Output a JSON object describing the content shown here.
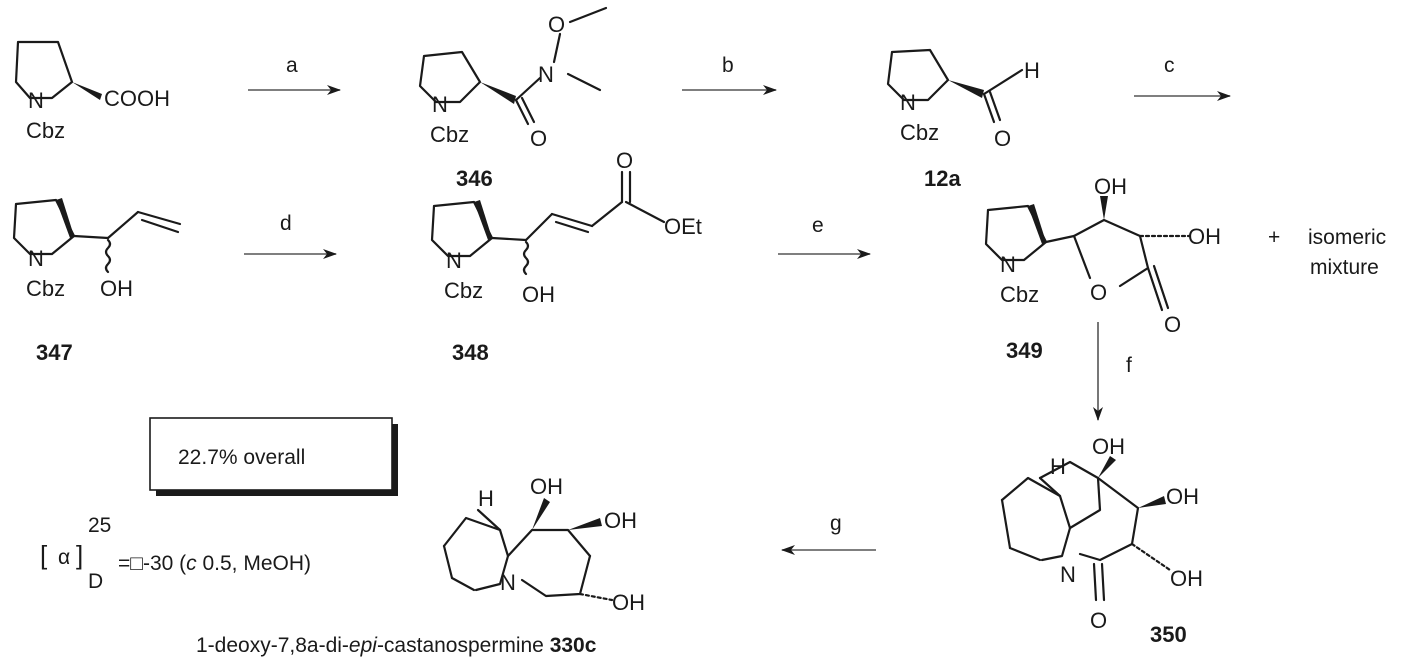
{
  "compounds": {
    "c346": "346",
    "c12a": "12a",
    "c347": "347",
    "c348": "348",
    "c349": "349",
    "c350": "350",
    "c330c": "330c"
  },
  "reagents": {
    "a": "a",
    "b": "b",
    "c": "c",
    "d": "d",
    "e": "e",
    "f": "f",
    "g": "g"
  },
  "atoms": {
    "cooh": "COOH",
    "n": "N",
    "cbz": "Cbz",
    "o": "O",
    "h": "H",
    "oh": "OH",
    "oet": "OEt"
  },
  "side_product": {
    "plus": "+",
    "line1": "isomeric",
    "line2": "mixture"
  },
  "yield_box": "22.7% overall",
  "rotation": {
    "alpha": "α",
    "sup": "25",
    "sub": "D",
    "value": "=□-30 (",
    "c_italic": "c",
    "rest": " 0.5, MeOH)"
  },
  "product_name": {
    "part1": "1-deoxy-7,8a-di-",
    "epi": "epi",
    "part2": "-castanospermine "
  }
}
